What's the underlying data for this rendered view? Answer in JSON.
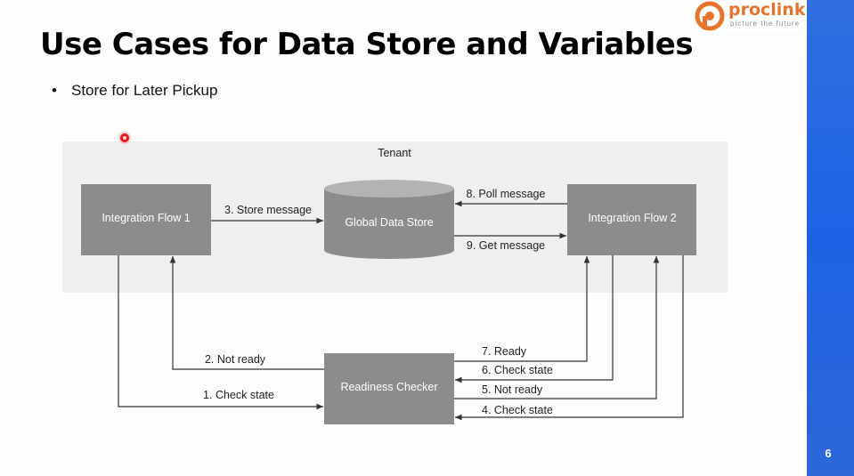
{
  "slide": {
    "title": "Use Cases for Data Store and Variables",
    "bullet": "Store for Later Pickup",
    "page_number": "6"
  },
  "logo": {
    "name": "proclink",
    "tagline": "picture the future",
    "color": "#e8742c"
  },
  "diagram": {
    "region_label": "Tenant",
    "nodes": {
      "flow1": "Integration Flow 1",
      "store": "Global Data Store",
      "flow2": "Integration Flow 2",
      "checker": "Readiness Checker"
    },
    "edges": {
      "e1": "1. Check state",
      "e2": "2. Not ready",
      "e3": "3. Store message",
      "e4": "4. Check state",
      "e5": "5. Not ready",
      "e6": "6. Check state",
      "e7": "7. Ready",
      "e8": "8. Poll message",
      "e9": "9. Get message"
    },
    "colors": {
      "tenant_bg": "#efefef",
      "node_fill": "#8c8c8c",
      "arrow": "#333333"
    }
  }
}
